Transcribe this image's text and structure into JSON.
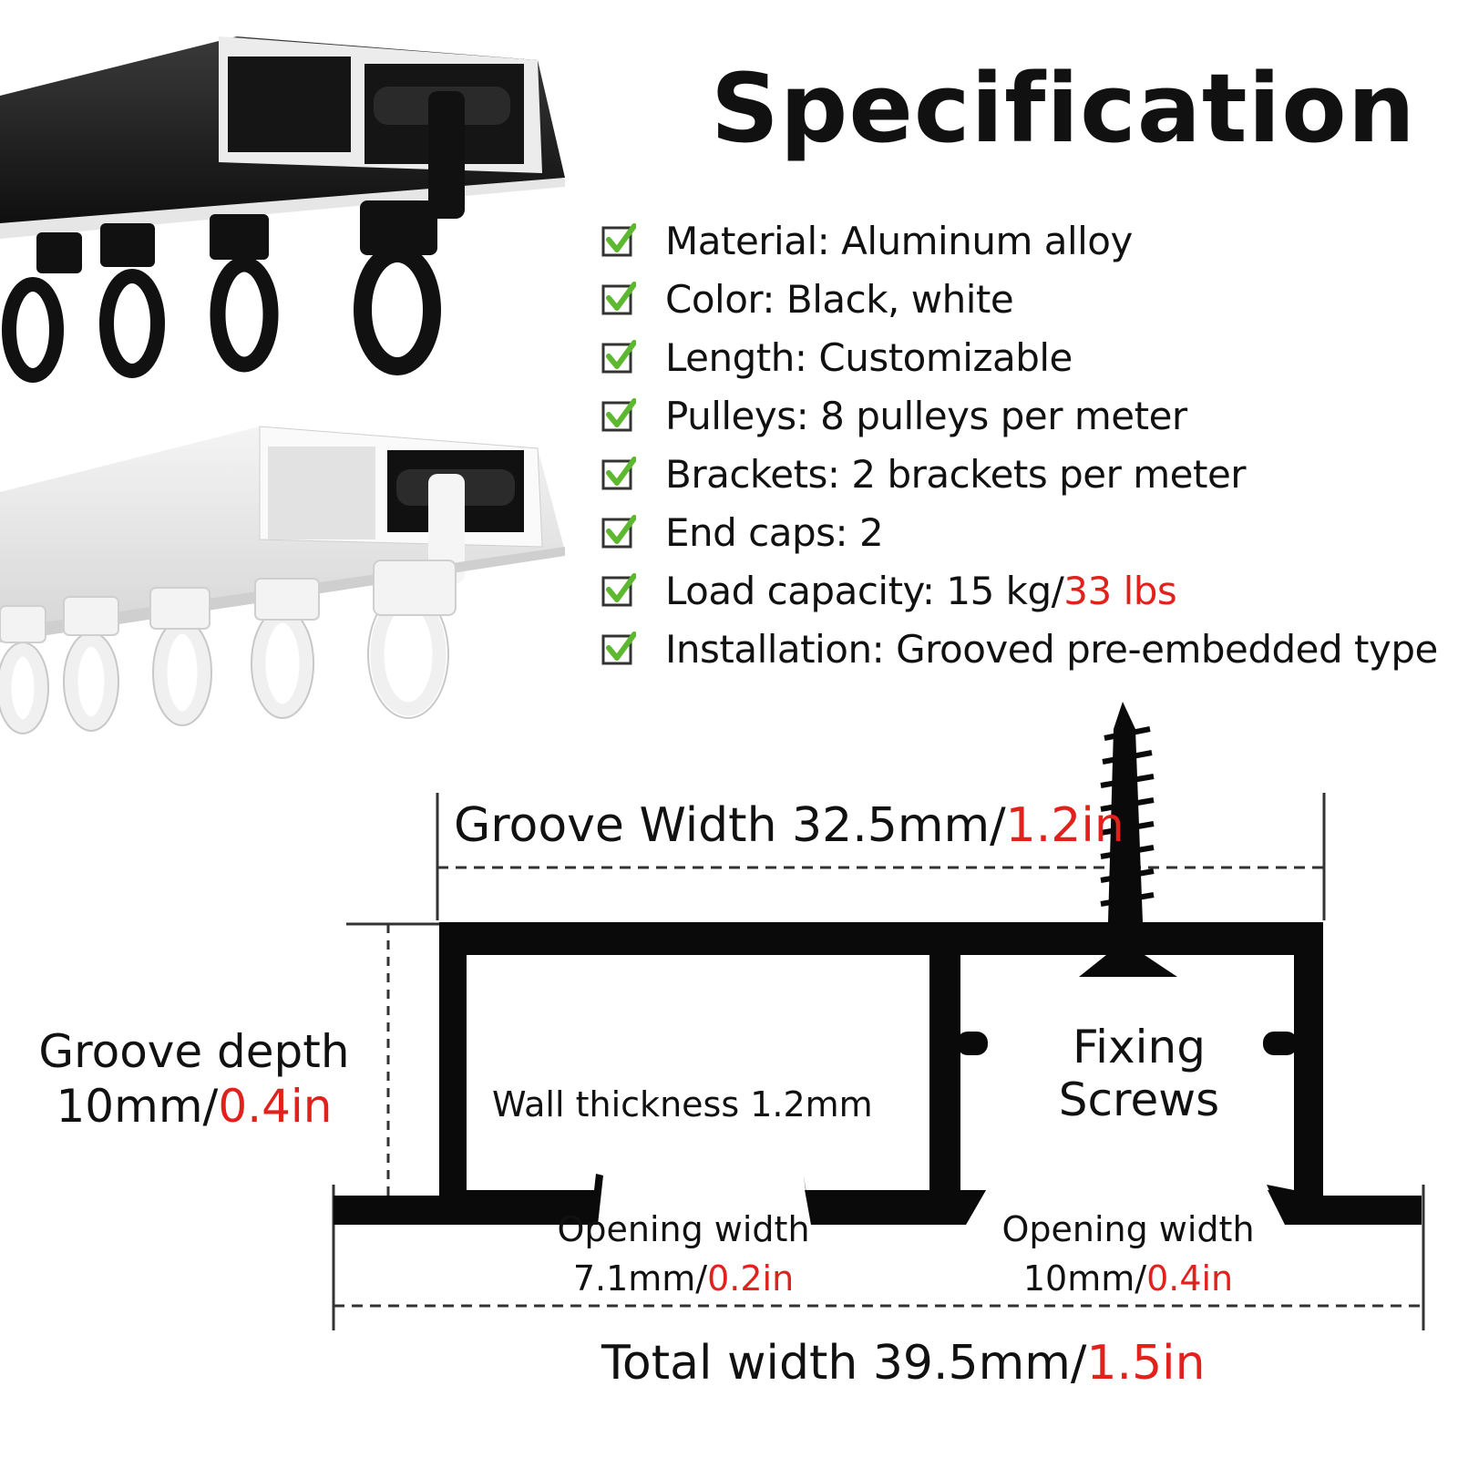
{
  "title": "Specification",
  "specs": [
    {
      "label": "Material: Aluminum alloy",
      "highlight": ""
    },
    {
      "label": "Color: Black, white",
      "highlight": ""
    },
    {
      "label": "Length: Customizable",
      "highlight": ""
    },
    {
      "label": "Pulleys: 8 pulleys per meter",
      "highlight": ""
    },
    {
      "label": "Brackets: 2 brackets per meter",
      "highlight": ""
    },
    {
      "label": "End caps: 2",
      "highlight": ""
    },
    {
      "label": "Load capacity: 15 kg/",
      "highlight": "33 lbs"
    },
    {
      "label": "Installation: Grooved pre-embedded type",
      "highlight": ""
    }
  ],
  "diagram": {
    "groove_width": {
      "text": "Groove Width 32.5mm/",
      "red": "1.2in"
    },
    "groove_depth": {
      "line1": "Groove depth",
      "line2": "10mm/",
      "red": "0.4in"
    },
    "wall_thickness": "Wall thickness 1.2mm",
    "fixing_screws": {
      "line1": "Fixing",
      "line2": "Screws"
    },
    "opening_left": {
      "line1": "Opening width",
      "line2": "7.1mm/",
      "red": "0.2in"
    },
    "opening_right": {
      "line1": "Opening width",
      "line2": "10mm/",
      "red": "0.4in"
    },
    "total_width": {
      "text": "Total width 39.5mm/",
      "red": "1.5in"
    }
  },
  "colors": {
    "accent_red": "#e0211c",
    "check_green": "#5cb82e",
    "rail_black": "#0a0a0a"
  }
}
